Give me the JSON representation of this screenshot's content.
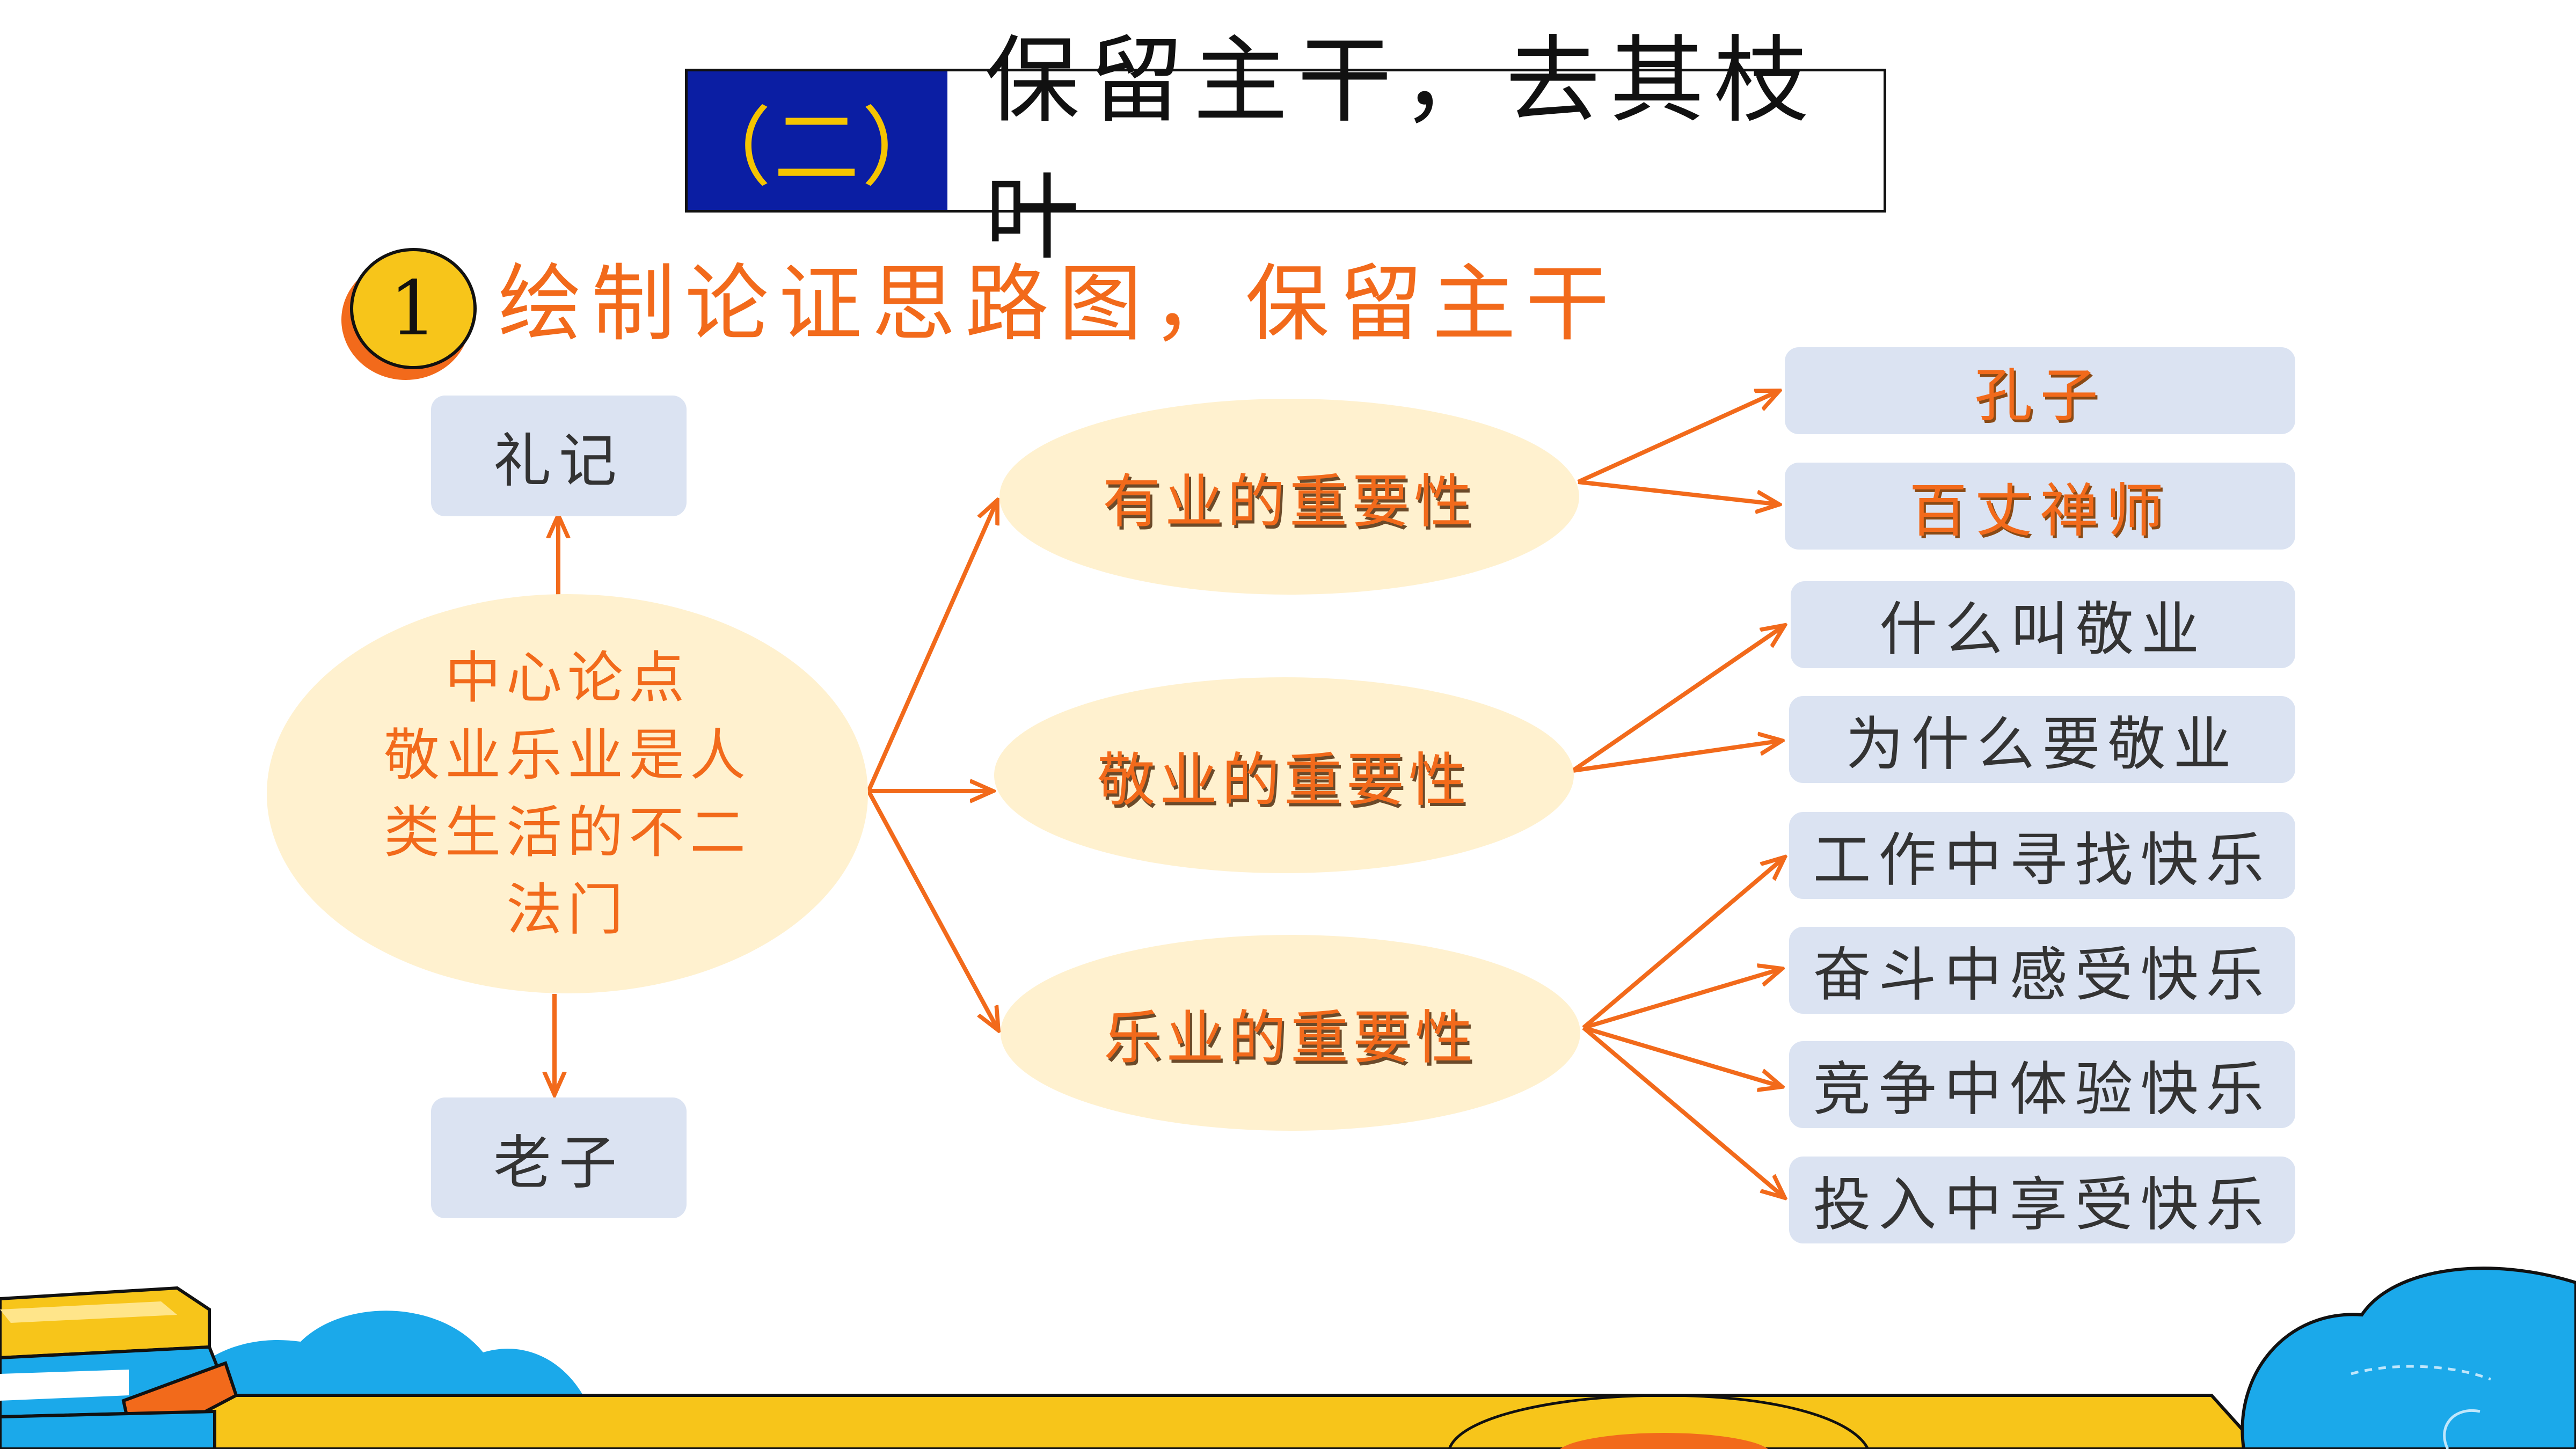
{
  "title": {
    "number": "（二）",
    "text": "保留主干，去其枝叶"
  },
  "step": {
    "number": "1",
    "text": "绘制论证思路图，保留主干"
  },
  "center": {
    "lines": [
      "中心论点",
      "敬业乐业是人",
      "类生活的不二",
      "法门"
    ]
  },
  "up_box": "礼记",
  "down_box": "老子",
  "branches": [
    {
      "label": "有业的重要性",
      "leaves": [
        "孔子",
        "百丈禅师"
      ]
    },
    {
      "label": "敬业的重要性",
      "leaves": [
        "什么叫敬业",
        "为什么要敬业"
      ]
    },
    {
      "label": "乐业的重要性",
      "leaves": [
        "工作中寻找快乐",
        "奋斗中感受快乐",
        "竞争中体验快乐",
        "投入中享受快乐"
      ]
    }
  ],
  "colors": {
    "accent": "#f26a1b",
    "banner": "#0b1ea3",
    "gold": "#f5c400",
    "box": "#dbe3f2",
    "ellipse": "#fff1cf"
  }
}
